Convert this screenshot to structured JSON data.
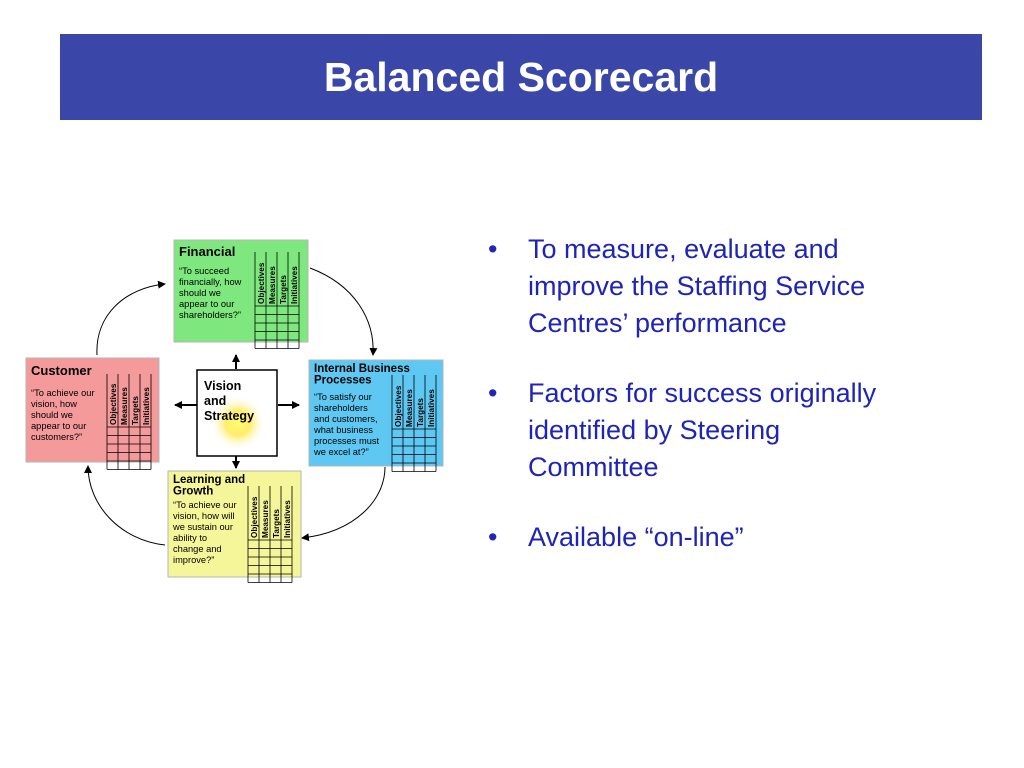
{
  "slide": {
    "title": "Balanced Scorecard"
  },
  "diagram": {
    "center": {
      "lines": [
        "Vision",
        "and",
        "Strategy"
      ]
    },
    "column_headers": [
      "Objectives",
      "Measures",
      "Targets",
      "Initiatives"
    ],
    "boxes": {
      "financial": {
        "title_lines": [
          "Financial"
        ],
        "question_lines": [
          "“To succeed",
          "financially, how",
          "should we",
          "appear to our",
          "shareholders?”"
        ],
        "color": "#7ee87e"
      },
      "customer": {
        "title_lines": [
          "Customer"
        ],
        "question_lines": [
          "“To achieve our",
          "vision, how",
          "should we",
          "appear to our",
          "customers?”"
        ],
        "color": "#f49a9a"
      },
      "internal": {
        "title_lines": [
          "Internal Business",
          "Processes"
        ],
        "question_lines": [
          "“To satisfy our",
          "shareholders",
          "and customers,",
          "what business",
          "processes must",
          "we excel at?”"
        ],
        "color": "#5ec8f2"
      },
      "learning": {
        "title_lines": [
          "Learning and",
          "Growth"
        ],
        "question_lines": [
          "“To achieve our",
          "vision, how will",
          "we sustain our",
          "ability to",
          "change and",
          "improve?”"
        ],
        "color": "#f5f59a"
      }
    }
  },
  "bullets": [
    "To measure, evaluate and improve the Staffing Service Centres’ performance",
    "Factors for success originally identified by Steering Committee",
    "Available “on-line”"
  ],
  "bullet_lines": [
    [
      "To measure, evaluate and",
      "improve the Staffing Service",
      "Centres’ performance"
    ],
    [
      "Factors for success originally",
      "identified by Steering",
      "Committee"
    ],
    [
      "Available “on-line”"
    ]
  ],
  "bullet_glyph": "•"
}
